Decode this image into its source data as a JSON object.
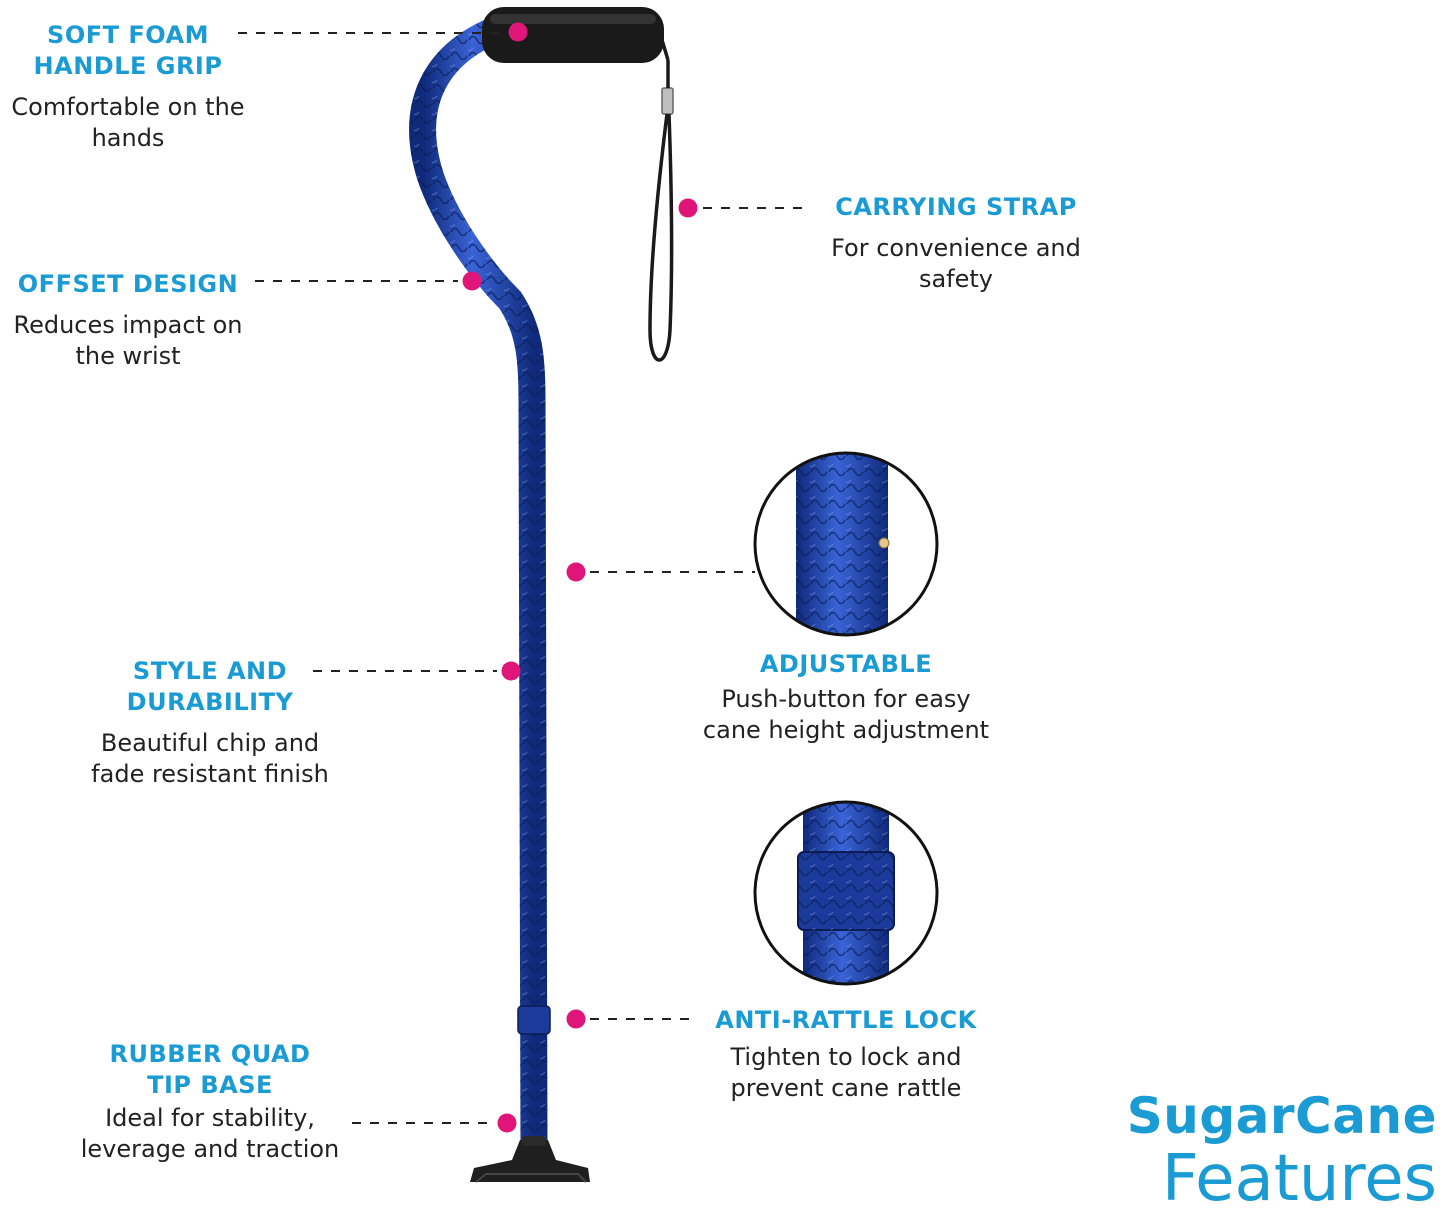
{
  "colors": {
    "accent": "#1b9bd3",
    "dot": "#e0157a",
    "cane": "#1f3fa6",
    "text": "#222222"
  },
  "features": [
    {
      "id": "soft-foam-handle-grip",
      "title": "SOFT FOAM\nHANDLE GRIP",
      "desc": "Comfortable on the\nhands"
    },
    {
      "id": "offset-design",
      "title": "OFFSET DESIGN",
      "desc": "Reduces impact on\nthe wrist"
    },
    {
      "id": "style-and-durability",
      "title": "STYLE AND\nDURABILITY",
      "desc": "Beautiful chip and\nfade resistant finish"
    },
    {
      "id": "rubber-quad-tip-base",
      "title": "RUBBER QUAD\nTIP BASE",
      "desc": "Ideal for stability,\nleverage and traction"
    },
    {
      "id": "carrying-strap",
      "title": "CARRYING STRAP",
      "desc": "For convenience and\nsafety"
    },
    {
      "id": "adjustable",
      "title": "ADJUSTABLE",
      "desc": "Push-button for easy\ncane height adjustment"
    },
    {
      "id": "anti-rattle-lock",
      "title": "ANTI-RATTLE LOCK",
      "desc": "Tighten to lock and\nprevent cane rattle"
    }
  ],
  "brand": {
    "line1": "SugarCane",
    "line2": "Features"
  }
}
